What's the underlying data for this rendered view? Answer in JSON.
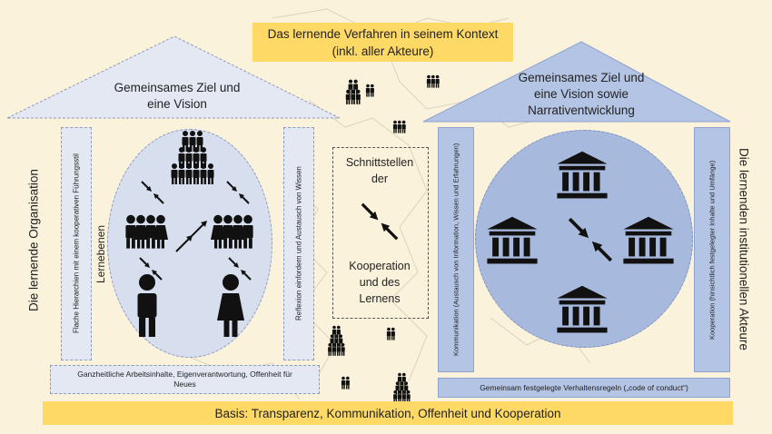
{
  "top_banner": {
    "line1": "Das lernende Verfahren in seinem Kontext",
    "line2": "(inkl. aller Akteure)"
  },
  "left_house": {
    "roof_line1": "Gemeinsames Ziel und",
    "roof_line2": "eine Vision",
    "side_label": "Die lernende Organisation",
    "pillar_left": "Flache Hierarchien mit einem kooperativen Führungsstil",
    "pillar_right": "Reflexion einfordern und Austausch von Wissen",
    "oval_label": "Lernebenen",
    "base_line1": "Ganzheitliche Arbeitsinhalte, Eigenverantwortung, Offenheit für",
    "base_line2": "Neues"
  },
  "center_box": {
    "top_line1": "Schnittstellen",
    "top_line2": "der",
    "bottom_line1": "Kooperation",
    "bottom_line2": "und des",
    "bottom_line3": "Lernens"
  },
  "right_house": {
    "roof_line1": "Gemeinsames Ziel und",
    "roof_line2": "eine Vision sowie",
    "roof_line3": "Narrativentwicklung",
    "side_label": "Die lernenden institutionellen Akteure",
    "pillar_left": "Kommunikation  (Austausch von Information, Wissen und Erfahrungen)",
    "pillar_right": "Kooperation  (hinsichtlich festgelegter Inhalte und Umfänge)",
    "base": "Gemeinsam festgelegte Verhaltensregeln („code of conduct“)"
  },
  "bottom_banner": "Basis: Transparenz, Kommunikation, Offenheit und Kooperation",
  "colors": {
    "background": "#fbf2dc",
    "yellow": "#ffd966",
    "left_panel": "#e3e8f3",
    "right_panel": "#b4c4e4",
    "right_circle": "#a8b9de",
    "left_oval": "#d7deee"
  }
}
